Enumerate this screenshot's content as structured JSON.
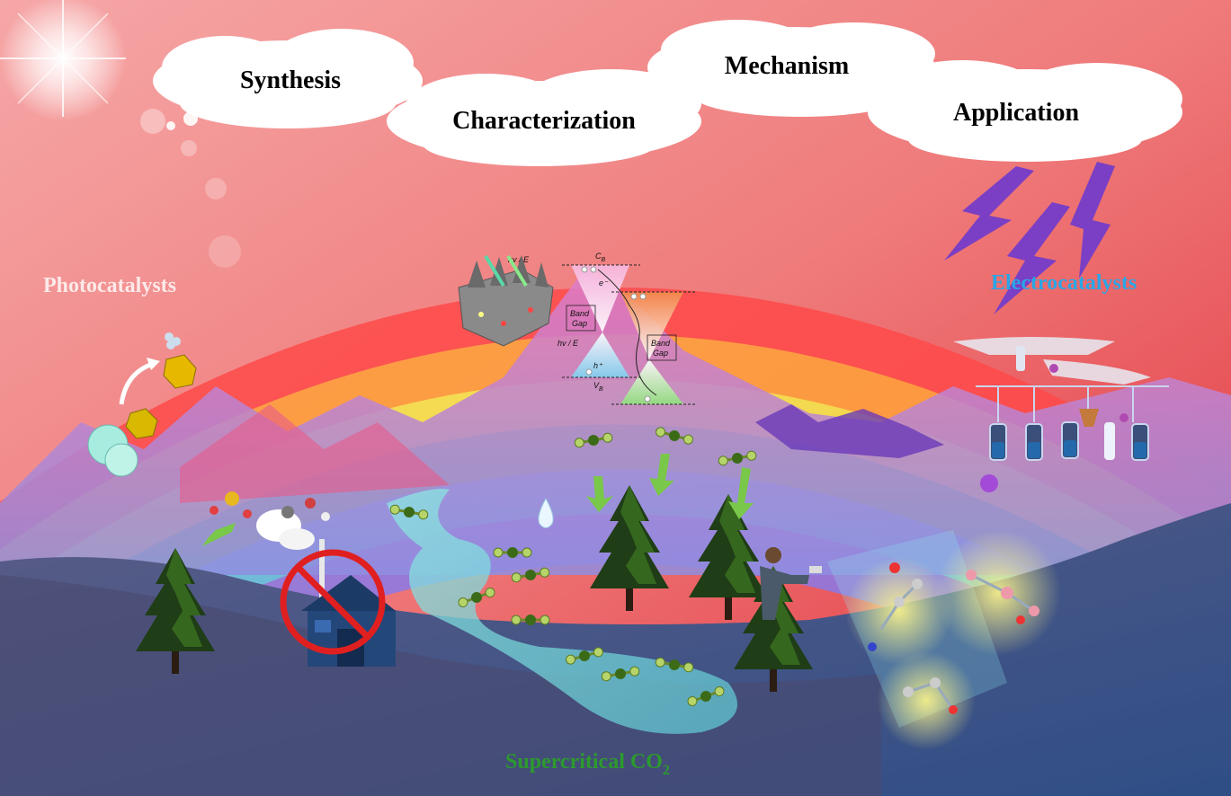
{
  "clouds": {
    "synthesis": "Synthesis",
    "characterization": "Characterization",
    "mechanism": "Mechanism",
    "application": "Application"
  },
  "labels": {
    "photocatalysts": "Photocatalysts",
    "electrocatalysts": "Electrocatalysts",
    "supercritical_prefix": "Supercritical CO",
    "supercritical_sub": "2"
  },
  "band_diagram": {
    "cb": "C",
    "cb_sub": "B",
    "vb": "V",
    "vb_sub": "B",
    "band_gap_1_line1": "Band",
    "band_gap_1_line2": "Gap",
    "band_gap_2_line1": "Band",
    "band_gap_2_line2": "Gap",
    "hv_top": "hv / E",
    "hv_mid": "hv / E",
    "electron": "e⁻",
    "hole": "h⁺"
  },
  "colors": {
    "sky_top": "#e23a3f",
    "sky_mid": "#f08a8a",
    "photocatalysts_label": "#fde9e9",
    "electrocatalysts_label": "#2aa6e6",
    "supercritical_label": "#2c9a2e",
    "lightning": "#7a3fc4",
    "ground": "#4d4f7a",
    "river": "#7fd9d6",
    "tree": "#1f3d16"
  },
  "icons": [
    "sun-icon",
    "lightning-icon",
    "tree-icon",
    "house-icon",
    "no-entry-icon",
    "co2-molecule-icon",
    "water-drop-icon",
    "flask-icon"
  ]
}
